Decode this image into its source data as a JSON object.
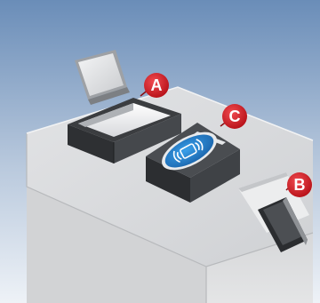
{
  "labels": {
    "a": "A",
    "b": "B",
    "c": "C"
  },
  "colors": {
    "background_top": "#6a8db8",
    "background_bottom": "#eef2f7",
    "kiosk_top": "#d9dadc",
    "kiosk_front": "#cfd0d2",
    "kiosk_side": "#e6e7e8",
    "module_dark": "#3b3d40",
    "callout_red": "#c9141c",
    "reader_blue": "#1f78c8"
  },
  "icons": {
    "callout": "red-circle-callout",
    "contactless": "contactless-card-icon"
  }
}
